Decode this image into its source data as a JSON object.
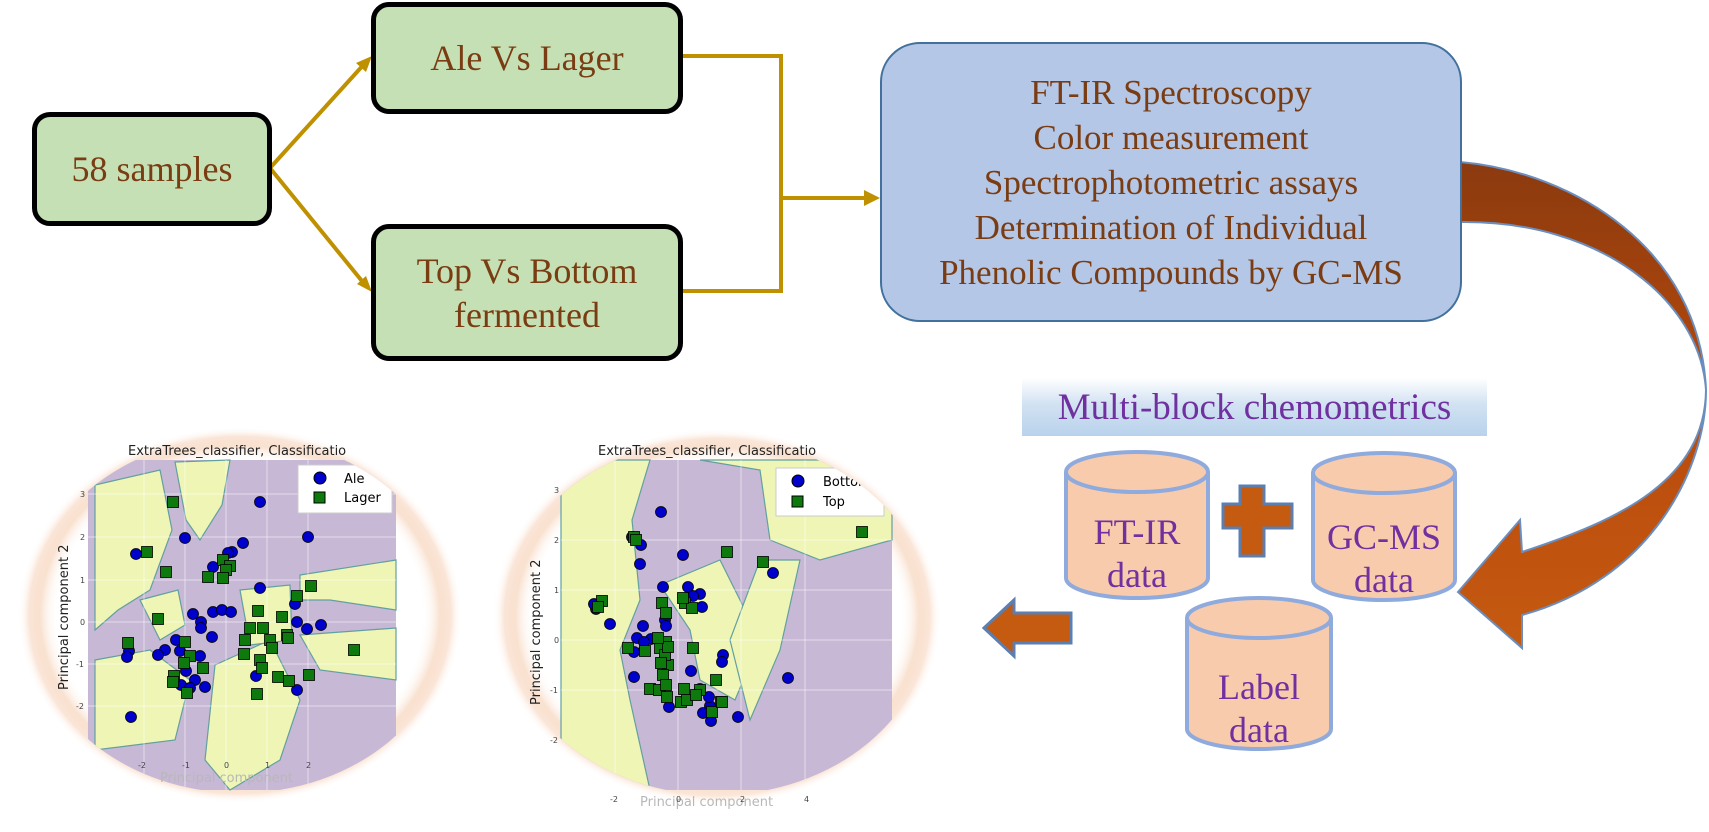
{
  "boxes": {
    "samples": "58 samples",
    "ale_vs_lager": "Ale Vs Lager",
    "top_vs_bottom": [
      "Top Vs Bottom",
      "fermented"
    ]
  },
  "methods": [
    "FT-IR Spectroscopy",
    "Color measurement",
    "Spectrophotometric assays",
    "Determination of Individual",
    "Phenolic Compounds by GC-MS"
  ],
  "multiblock_title": "Multi-block chemometrics",
  "cylinders": {
    "ftir": [
      "FT-IR",
      "data"
    ],
    "gcms": [
      "GC-MS",
      "data"
    ],
    "label": [
      "Label",
      "data"
    ]
  },
  "plots": {
    "left": {
      "title": "ExtraTrees_classifier, Classificatio",
      "ylabel": "Principal component 2",
      "xlabel": "Principal component",
      "legend": [
        "Ale",
        "Lager"
      ],
      "xticks": [
        "-2",
        "-1",
        "0",
        "1",
        "2"
      ],
      "yticks": [
        "3",
        "2",
        "1",
        "0",
        "-1",
        "-2"
      ]
    },
    "right": {
      "title": "ExtraTrees_classifier, Classificatio",
      "ylabel": "Principal component 2",
      "xlabel": "Principal component",
      "legend": [
        "Bottom",
        "Top"
      ],
      "xticks": [
        "-2",
        "0",
        "2",
        "4"
      ],
      "yticks": [
        "3",
        "2",
        "1",
        "0",
        "-1",
        "-2"
      ]
    }
  },
  "colors": {
    "green_box": "#c5e0b4",
    "blue_box": "#b4c7e7",
    "connector": "#bf9000",
    "text_brown": "#7a3c12",
    "text_purple": "#7030a0",
    "cylinder_fill": "#f8cbad",
    "cylinder_border": "#8faadc",
    "big_arrow": "#c55a11",
    "region_purple": "#c7b8d6",
    "region_yellow": "#eef5b5",
    "marker_blue": "#0000cc",
    "marker_green": "#0e7a0e"
  }
}
